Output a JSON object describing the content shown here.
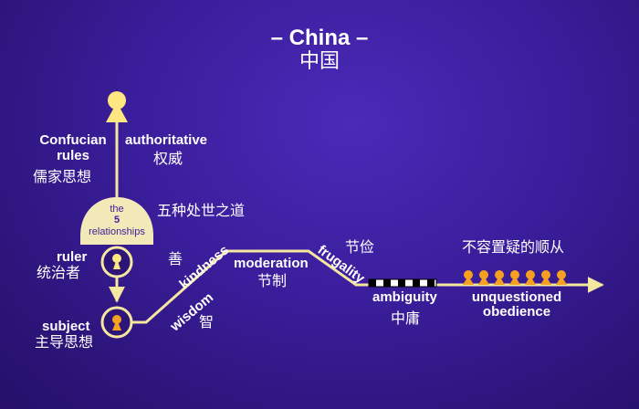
{
  "title": "– China –",
  "subtitle": "中国",
  "labels": {
    "confucian_rules_line1": "Confucian",
    "confucian_rules_line2": "rules",
    "confucian_rules_cn": "儒家思想",
    "authoritative": "authoritative",
    "authoritative_cn": "权威",
    "relationships_line1": "the",
    "relationships_line2": "5",
    "relationships_line3": "relationships",
    "relationships_cn": "五种处世之道",
    "ruler": "ruler",
    "ruler_cn": "统治者",
    "subject": "subject",
    "subject_cn": "主导思想",
    "kindness": "kindness",
    "kindness_cn": "善",
    "wisdom": "wisdom",
    "wisdom_cn": "智",
    "moderation": "moderation",
    "moderation_cn": "节制",
    "frugality": "frugality",
    "frugality_cn": "节俭",
    "ambiguity": "ambiguity",
    "ambiguity_cn": "中庸",
    "unquestioned_line1": "unquestioned",
    "unquestioned_line2": "obedience",
    "unquestioned_cn": "不容置疑的顺从"
  },
  "colors": {
    "line": "#f5e7a0",
    "figure_yellow": "#ffe680",
    "figure_orange": "#f5a020"
  },
  "icons": {
    "top_figure": "person-icon",
    "ruler_figure": "keyhole-person-icon",
    "subject_figure": "person-icon",
    "obedience_figures": "person-icon"
  }
}
